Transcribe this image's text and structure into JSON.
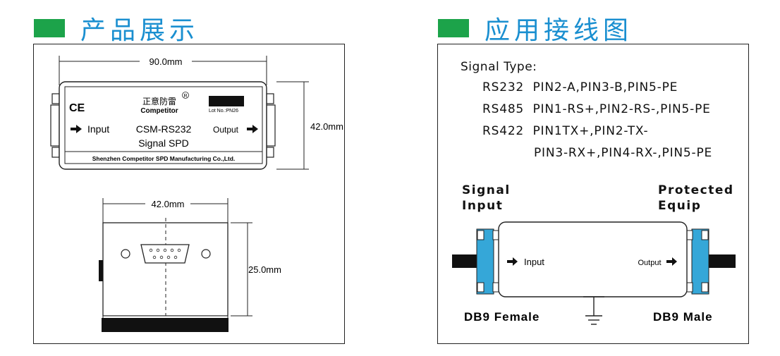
{
  "colors": {
    "accent_green": "#1ca34a",
    "title_blue": "#1a8fd0",
    "connector_blue": "#35a7d8"
  },
  "left": {
    "heading": "产品展示",
    "dim_width": "90.0mm",
    "dim_height": "42.0mm",
    "ce_mark": "CE",
    "brand_cn": "正意防雷",
    "registered_mark": "R",
    "brand_en": "Competitor",
    "lot_no": "Lot No.:PN26",
    "input_label": "Input",
    "model": "CSM-RS232",
    "output_label": "Output",
    "product_name": "Signal SPD",
    "manufacturer": "Shenzhen Competitor SPD Manufacturing Co.,Ltd.",
    "end_dim_width": "42.0mm",
    "end_dim_height": "25.0mm"
  },
  "right": {
    "heading": "应用接线图",
    "signal_type": "Signal Type:",
    "rows": [
      {
        "proto": "RS232",
        "pins": "PIN2-A,PIN3-B,PIN5-PE"
      },
      {
        "proto": "RS485",
        "pins": "PIN1-RS+,PIN2-RS-,PIN5-PE"
      },
      {
        "proto": "RS422",
        "pins": "PIN1TX+,PIN2-TX-"
      },
      {
        "proto": "",
        "pins": "PIN3-RX+,PIN4-RX-,PIN5-PE"
      }
    ],
    "signal_input_l1": "Signal",
    "signal_input_l2": "Input",
    "protected_l1": "Protected",
    "protected_l2": "Equip",
    "input_label": "Input",
    "output_label": "Output",
    "female_label": "DB9 Female",
    "male_label": "DB9 Male"
  }
}
